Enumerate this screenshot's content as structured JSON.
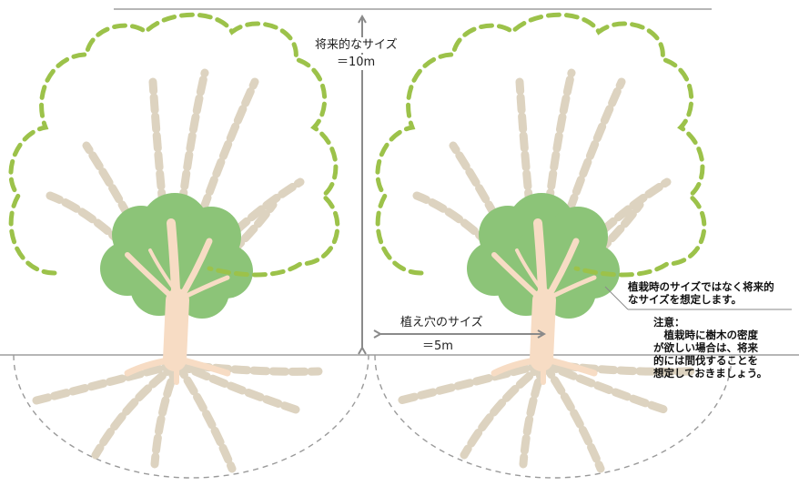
{
  "labels": {
    "future_size_title": "将来的なサイズ",
    "future_size_value": "＝10m",
    "hole_size_title": "植え穴のサイズ",
    "hole_size_value": "＝5m"
  },
  "callout": {
    "line1": "植栽時のサイズではなく将来的",
    "line2": "なサイズを想定します。"
  },
  "note": {
    "title": "注意：",
    "line1": "　植栽時に樹木の密度",
    "line2": "が欲しい場合は、将来",
    "line3": "的には間伐することを",
    "line4": "想定しておきましょう。"
  },
  "colors": {
    "future_canopy_dash": "#9cc24a",
    "roots": "#ddd3c0",
    "current_canopy": "#8cc478",
    "trunk": "#f7dcc4",
    "dimension_arrow": "#8a8a8a",
    "root_zone_dash": "#9a9a9a"
  }
}
